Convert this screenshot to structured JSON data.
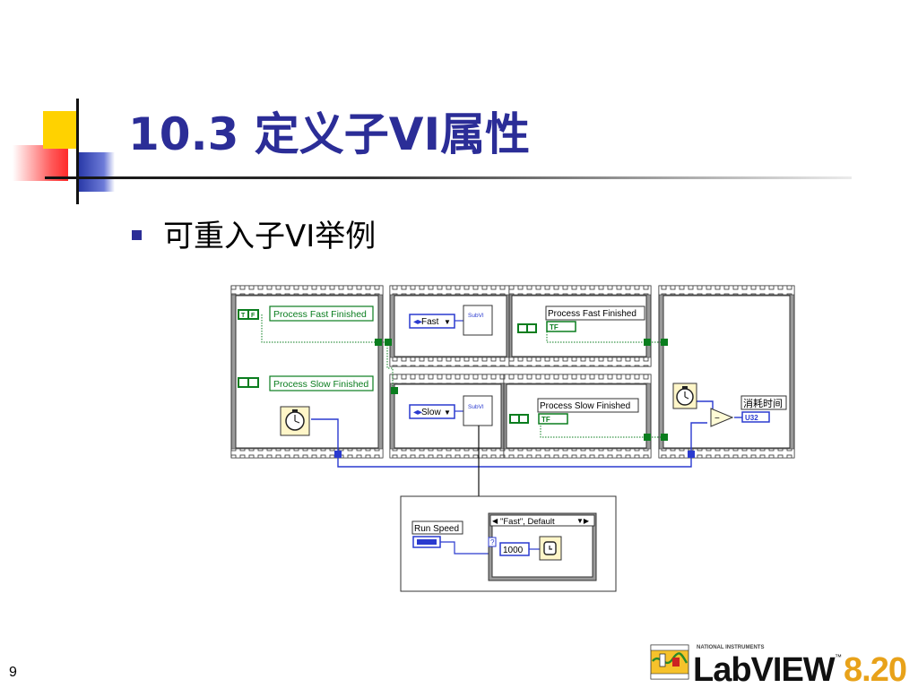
{
  "slide": {
    "title": "10.3 定义子VI属性",
    "bullet": "可重入子VI举例",
    "page_number": "9"
  },
  "diagram": {
    "frame1": {
      "fast_indicator": "Process Fast Finished",
      "slow_indicator": "Process Slow Finished",
      "bool_const": "T F"
    },
    "frame2_top": {
      "enum_value": "Fast",
      "subvi_label": "SubVI",
      "indicator": "Process Fast Finished",
      "bool_const": "TF"
    },
    "frame2_bottom": {
      "enum_value": "Slow",
      "subvi_label": "SubVI",
      "indicator": "Process Slow Finished",
      "bool_const": "TF"
    },
    "frame3": {
      "indicator": "消耗时间",
      "type": "U32",
      "subtract": "−"
    },
    "subvi": {
      "control": "Run Speed",
      "case_selector": "\"Fast\", Default",
      "constant": "1000",
      "terminal": "?"
    }
  },
  "logo": {
    "small_caps": "NATIONAL INSTRUMENTS",
    "brand": "LabVIEW",
    "tm": "™",
    "version": "8.20"
  },
  "colors": {
    "title_blue": "#2b2d97",
    "bool_green": "#0a7d1e",
    "wire_blue": "#2a3acf",
    "logo_orange": "#e8a21a"
  }
}
